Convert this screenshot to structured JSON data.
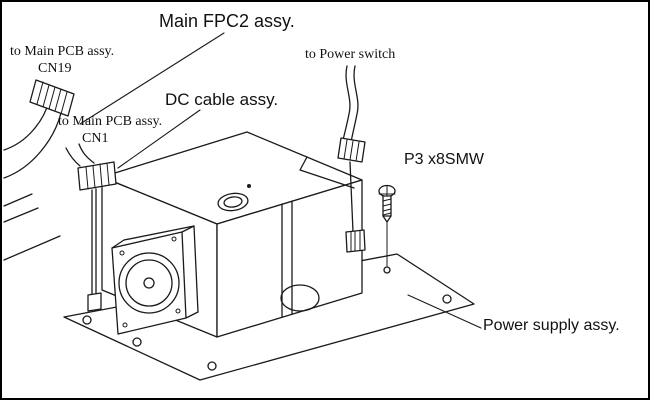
{
  "colors": {
    "ink": "#1a1a1a",
    "background": "#ffffff",
    "border": "#000000"
  },
  "labels": {
    "main_fpc2": "Main FPC2 assy.",
    "cn19": {
      "line1": "to Main PCB assy.",
      "line2": "CN19"
    },
    "power_switch": "to Power switch",
    "dc_cable": "DC cable assy.",
    "cn1": {
      "line1": "to Main PCB assy.",
      "line2": "CN1"
    },
    "screw": "P3 x8SMW",
    "power_supply": "Power supply assy."
  }
}
